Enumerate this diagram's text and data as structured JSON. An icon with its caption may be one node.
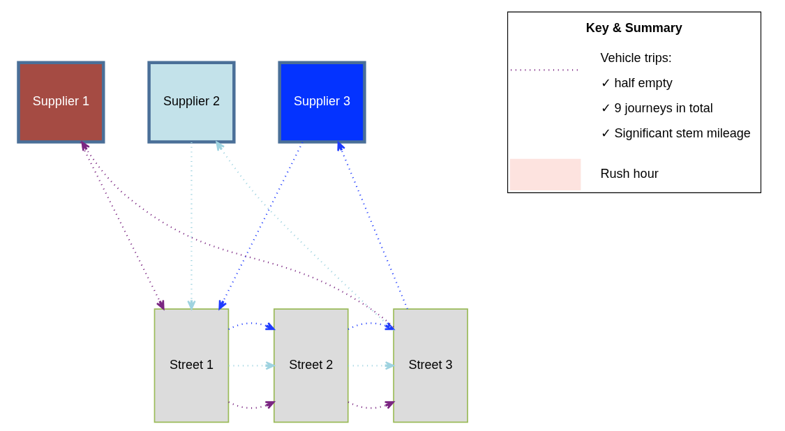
{
  "diagram": {
    "nodes": [
      {
        "text": [
          "Supplier 1"
        ]
      },
      {
        "text": [
          "Supplier 2"
        ]
      },
      {
        "text": [
          "Supplier 3"
        ]
      },
      {
        "text": [
          "Street 1"
        ]
      },
      {
        "text": [
          "Street 2"
        ]
      },
      {
        "text": [
          "Street 3"
        ]
      }
    ],
    "edges": [
      {
        "from": 0,
        "to": 3,
        "arrow": "to",
        "color": "#7b2682"
      },
      {
        "from": 1,
        "to": 3,
        "arrow": "to",
        "color": "#9fd3e0"
      },
      {
        "from": 2,
        "to": 3,
        "arrow": "to",
        "color": "#1f3cff"
      },
      {
        "from": 5,
        "to": 0,
        "arrow": "to",
        "color": "#7b2682"
      },
      {
        "from": 5,
        "to": 1,
        "arrow": "to",
        "color": "#9fd3e0"
      },
      {
        "from": 5,
        "to": 2,
        "arrow": "to",
        "color": "#1f3cff"
      },
      {
        "from": 3,
        "to": 4,
        "arrow": "to",
        "color": "#7b2682"
      },
      {
        "from": 3,
        "to": 4,
        "arrow": "to",
        "color": "#9fd3e0"
      },
      {
        "from": 3,
        "to": 4,
        "arrow": "to",
        "color": "#1f3cff"
      },
      {
        "from": 4,
        "to": 5,
        "arrow": "to",
        "color": "#7b2682"
      },
      {
        "from": 4,
        "to": 5,
        "arrow": "to",
        "color": "#9fd3e0"
      },
      {
        "from": 4,
        "to": 5,
        "arrow": "to",
        "color": "#1f3cff"
      }
    ],
    "labels": [
      "Key & Summary",
      "✓ half empty",
      "✓ 9 journeys in total",
      "✓ Significant stem mileage"
    ],
    "legend": [
      {
        "text": "Vehicle trips:"
      },
      {
        "text": "Rush hour",
        "color": "#fde3df"
      }
    ]
  }
}
